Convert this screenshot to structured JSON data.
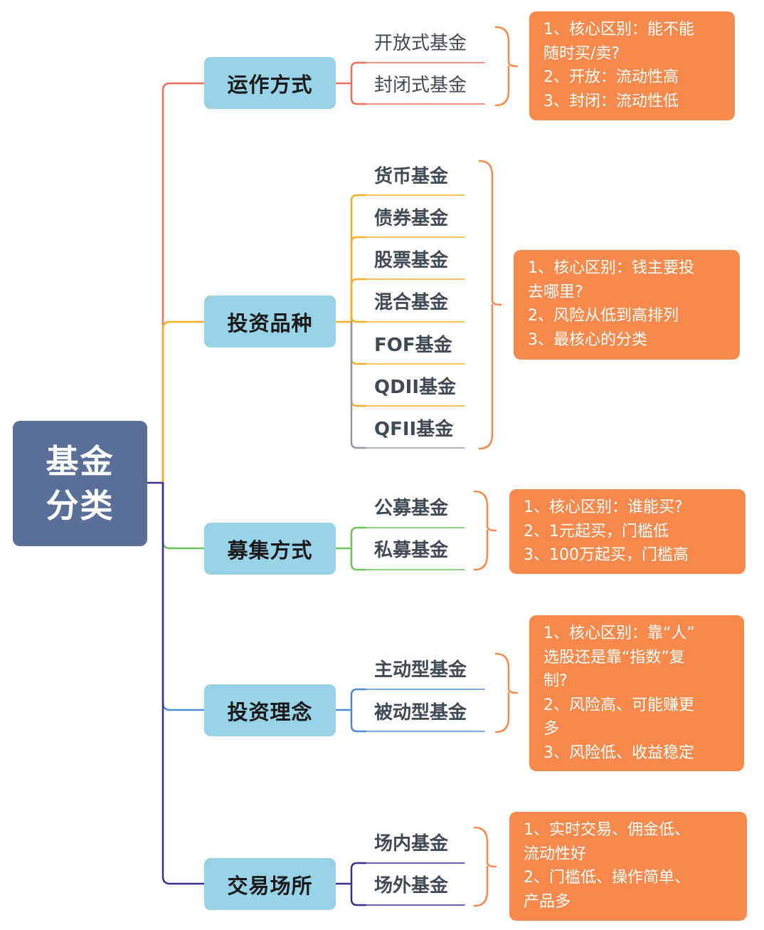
{
  "root": {
    "title_line1": "基金",
    "title_line2": "分类",
    "color": "#5a6f98"
  },
  "colors": {
    "branch_fill": "#97d2e6",
    "note_fill": "#f6894b",
    "bracket": "#f6894b",
    "leaf_text": "#3f4a55"
  },
  "branches": [
    {
      "label": "运作方式",
      "line_color": "#f36d5c",
      "children": [
        "开放式基金",
        "封闭式基金"
      ],
      "note": [
        "1、核心区别：能不能",
        "随时买/卖?",
        "2、开放：流动性高",
        "3、封闭：流动性低"
      ]
    },
    {
      "label": "投资品种",
      "line_color": "#f7b022",
      "children": [
        "货币基金",
        "债券基金",
        "股票基金",
        "混合基金",
        "FOF基金",
        "QDII基金",
        "QFII基金"
      ],
      "note": [
        "1、核心区别：钱主要投",
        "去哪里?",
        "2、风险从低到高排列",
        "3、最核心的分类"
      ]
    },
    {
      "label": "募集方式",
      "line_color": "#6cc35a",
      "children": [
        "公募基金",
        "私募基金"
      ],
      "note": [
        "1、核心区别：谁能买?",
        "2、1元起买，门槛低",
        "3、100万起买，门槛高"
      ]
    },
    {
      "label": "投资理念",
      "line_color": "#4f8bd9",
      "children": [
        "主动型基金",
        "被动型基金"
      ],
      "note": [
        "1、核心区别：靠“人”",
        "选股还是靠“指数”复",
        "制?",
        "2、风险高、可能赚更",
        "多",
        "3、风险低、收益稳定"
      ]
    },
    {
      "label": "交易场所",
      "line_color": "#3b2f8f",
      "children": [
        "场内基金",
        "场外基金"
      ],
      "note": [
        "1、实时交易、佣金低、",
        "流动性好",
        "2、门槛低、操作简单、",
        "产品多"
      ]
    }
  ],
  "trunk_color": "#3b2f8f",
  "qfii_line_color": "#8f9aa8"
}
